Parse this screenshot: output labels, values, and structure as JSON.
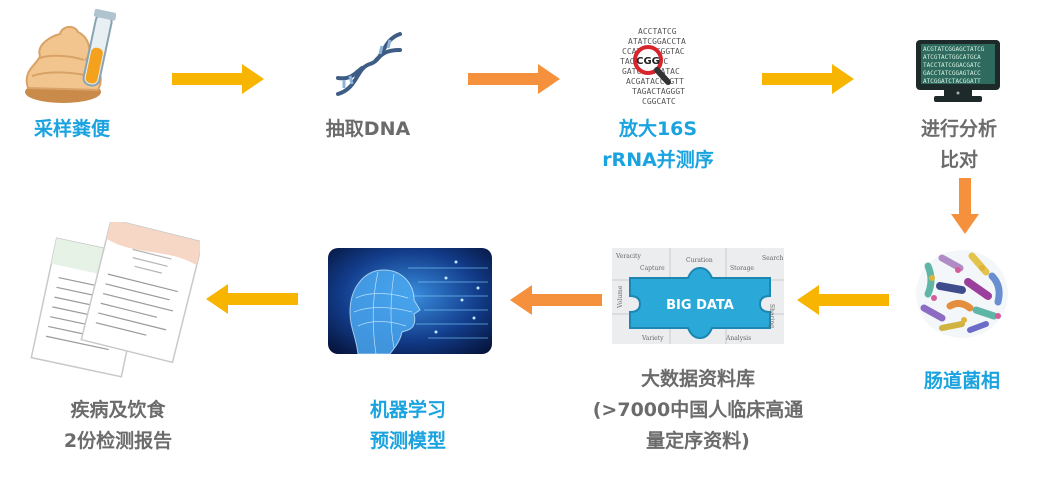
{
  "colors": {
    "accent_blue": "#1aa3df",
    "label_gray": "#6b6b6b",
    "arrow_yellow": "#f7b500",
    "arrow_orange": "#f5903d"
  },
  "steps": {
    "s1": {
      "label": "采样粪便",
      "icon": "stool-sample-tube-icon"
    },
    "s2": {
      "label": "抽取DNA",
      "icon": "dna-helix-icon"
    },
    "s3": {
      "line1": "放大16S",
      "line2": "rRNA并测序",
      "icon": "sequence-magnifier-icon",
      "tag": "CGG"
    },
    "s4": {
      "line1": "进行分析",
      "line2": "比对",
      "icon": "monitor-icon"
    },
    "s5": {
      "label": "肠道菌相",
      "icon": "bacteria-icon"
    },
    "s6": {
      "line1": "大数据资料库",
      "line2": "(>7000中国人临床高通",
      "line3": "量定序资料)",
      "icon": "big-data-puzzle-icon",
      "puzzle": {
        "center": "BIG DATA",
        "words": [
          "Veracity",
          "Capture",
          "Curation",
          "Storage",
          "Search",
          "Sharing",
          "Volume",
          "Variety",
          "Analysis"
        ]
      }
    },
    "s7": {
      "line1": "机器学习",
      "line2": "预测模型",
      "icon": "ai-head-icon"
    },
    "s8": {
      "line1": "疾病及饮食",
      "line2": "2份检测报告",
      "icon": "report-documents-icon"
    }
  }
}
